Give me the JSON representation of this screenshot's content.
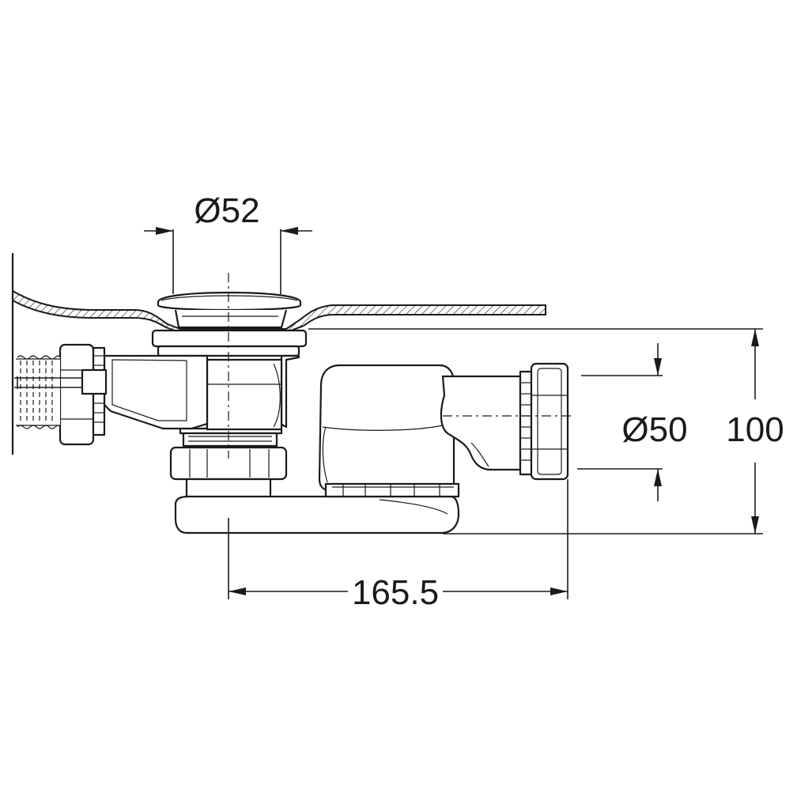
{
  "dimensions": {
    "drain_diameter": "Ø52",
    "outlet_diameter": "Ø50",
    "height": "100",
    "length": "165.5"
  },
  "colors": {
    "line": "#1a1a1a",
    "background": "#ffffff"
  }
}
